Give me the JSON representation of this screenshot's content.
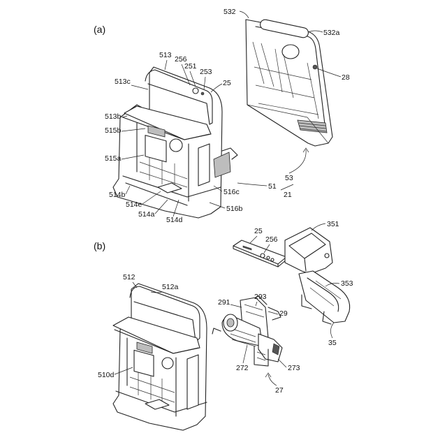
{
  "figures": [
    {
      "id": "a",
      "label": "(a)"
    },
    {
      "id": "b",
      "label": "(b)"
    }
  ],
  "labels": {
    "l532": "532",
    "l532a": "532a",
    "l28": "28",
    "l513": "513",
    "l256": "256",
    "l251": "251",
    "l253": "253",
    "l25": "25",
    "l513c": "513c",
    "l513b": "513b",
    "l515b": "515b",
    "l515a": "515a",
    "l514b": "514b",
    "l514e": "514e",
    "l514a": "514a",
    "l514d": "514d",
    "l516c": "516c",
    "l516b": "516b",
    "l51": "51",
    "l53": "53",
    "l21": "21",
    "l25b": "25",
    "l256b": "256",
    "l351": "351",
    "l353": "353",
    "l35": "35",
    "l512": "512",
    "l512a": "512a",
    "l510d": "510d",
    "l291": "291",
    "l293": "293",
    "l29": "29",
    "l272": "272",
    "l273": "273",
    "l27": "27"
  }
}
